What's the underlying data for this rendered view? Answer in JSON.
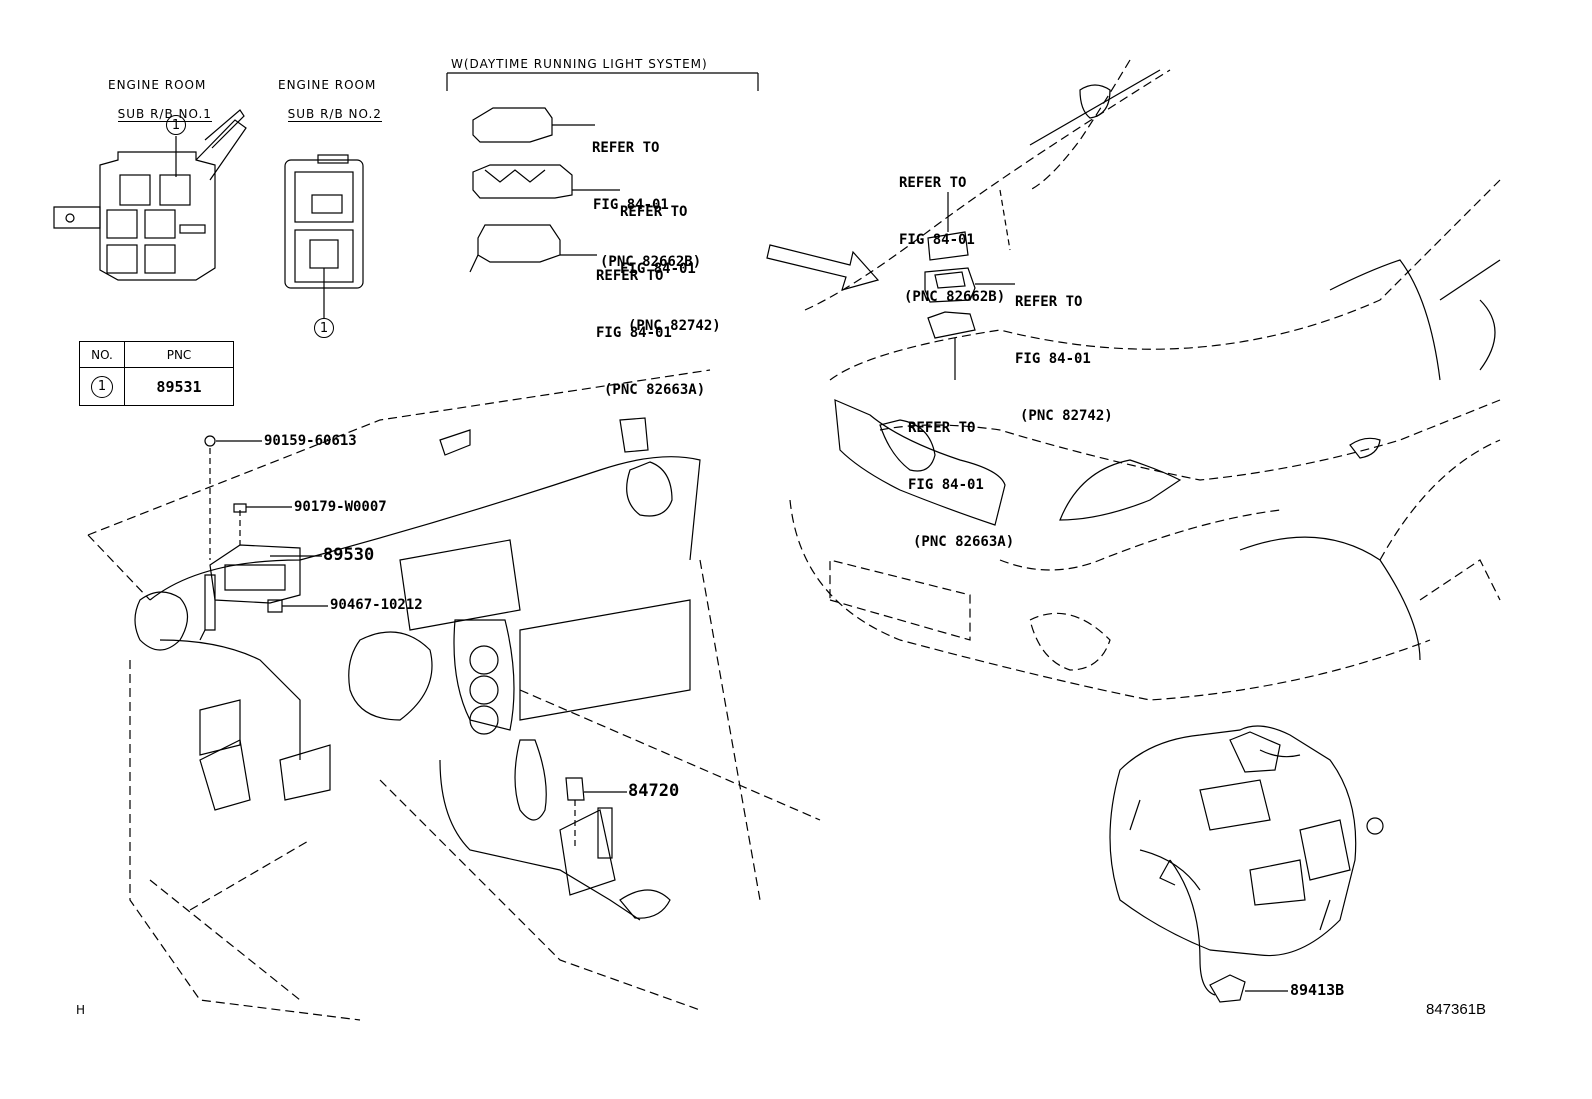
{
  "diagram": {
    "sub_rb_1": {
      "line1": "ENGINE ROOM",
      "line2": "SUB R/B NO.1",
      "callout": "1"
    },
    "sub_rb_2": {
      "line1": "ENGINE ROOM",
      "line2": "SUB R/B NO.2",
      "callout": "1"
    },
    "drl_header": "W(DAYTIME RUNNING LIGHT SYSTEM)",
    "pnc_table": {
      "col_no": "NO.",
      "col_pnc": "PNC",
      "row_no": "1",
      "row_pnc": "89531"
    },
    "refs_left": [
      {
        "l1": "REFER TO",
        "l2": "FIG 84-01",
        "l3": "(PNC 82662B)"
      },
      {
        "l1": "REFER TO",
        "l2": "FIG 84-01",
        "l3": "(PNC 82742)"
      },
      {
        "l1": "REFER TO",
        "l2": "FIG 84-01",
        "l3": "(PNC 82663A)"
      }
    ],
    "refs_right": [
      {
        "l1": "REFER TO",
        "l2": "FIG 84-01",
        "l3": "(PNC 82662B)"
      },
      {
        "l1": "REFER TO",
        "l2": "FIG 84-01",
        "l3": "(PNC 82742)"
      },
      {
        "l1": "REFER TO",
        "l2": "FIG 84-01",
        "l3": "(PNC 82663A)"
      }
    ],
    "parts": {
      "p1": "90159-60613",
      "p2": "90179-W0007",
      "p3": "89530",
      "p4": "90467-10212",
      "p5": "84720",
      "p6": "89413B"
    },
    "corner_left": "H",
    "corner_right": "847361B"
  }
}
